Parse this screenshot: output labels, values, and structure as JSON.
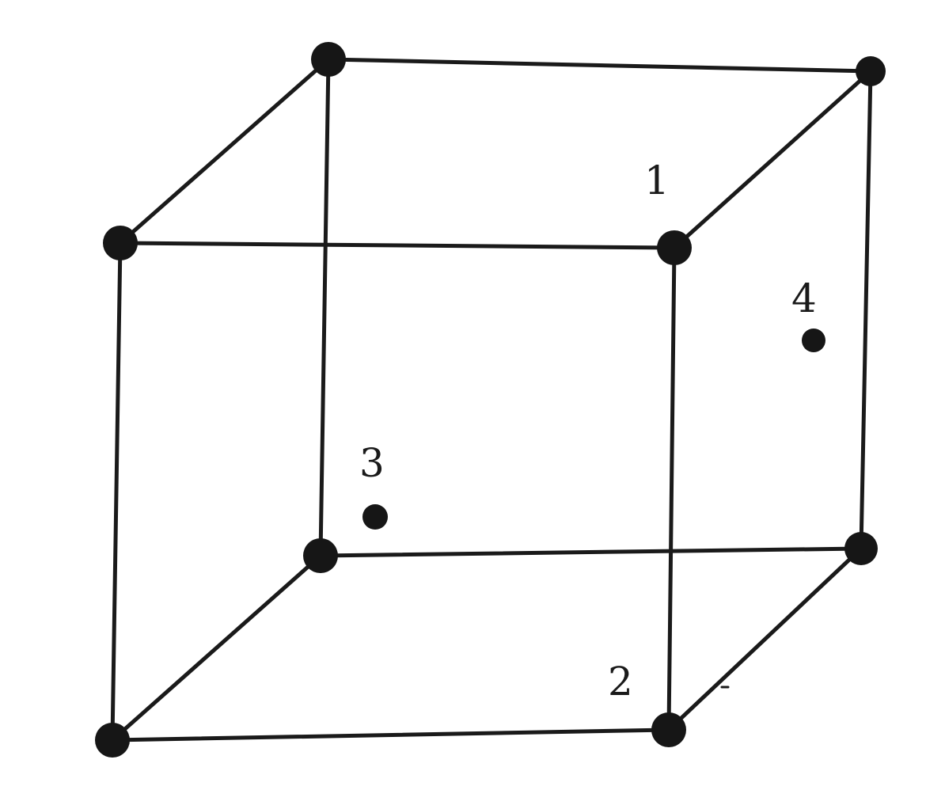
{
  "diagram": {
    "labels": {
      "one": "1",
      "two": "2",
      "three": "3",
      "four": "4"
    },
    "colors": {
      "line": "#1a1a1a",
      "atom": "#161616",
      "background": "#ffffff"
    }
  }
}
